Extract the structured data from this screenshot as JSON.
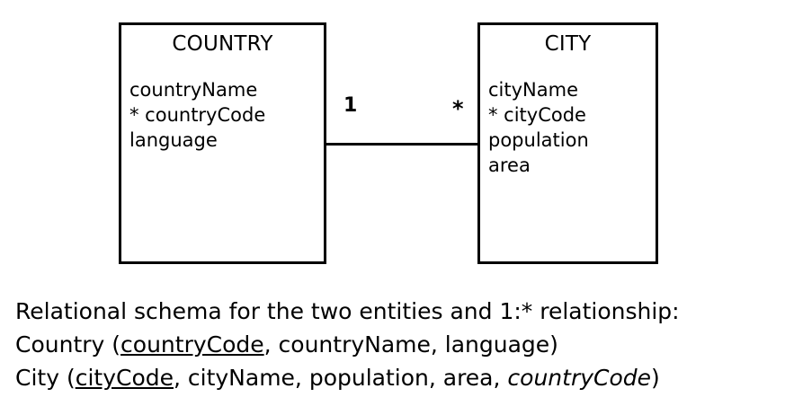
{
  "diagram": {
    "type": "entity-relationship-diagram",
    "entities": [
      {
        "name": "COUNTRY",
        "attributes": [
          "countryName",
          "* countryCode",
          "language"
        ]
      },
      {
        "name": "CITY",
        "attributes": [
          "cityName",
          "* cityCode",
          "population",
          "area"
        ]
      }
    ],
    "relationship": {
      "left_cardinality": "1",
      "right_cardinality": "*",
      "notation": "1:*"
    }
  },
  "caption": {
    "intro": "Relational schema for the two entities and 1:* relationship:",
    "country_relation": {
      "name": "Country (",
      "primary_key": "countryCode",
      "rest": ", countryName, language)"
    },
    "city_relation": {
      "name": "City (",
      "primary_key": "cityCode",
      "middle": ", cityName, population, area, ",
      "foreign_key": "countryCode",
      "close": ")"
    }
  }
}
